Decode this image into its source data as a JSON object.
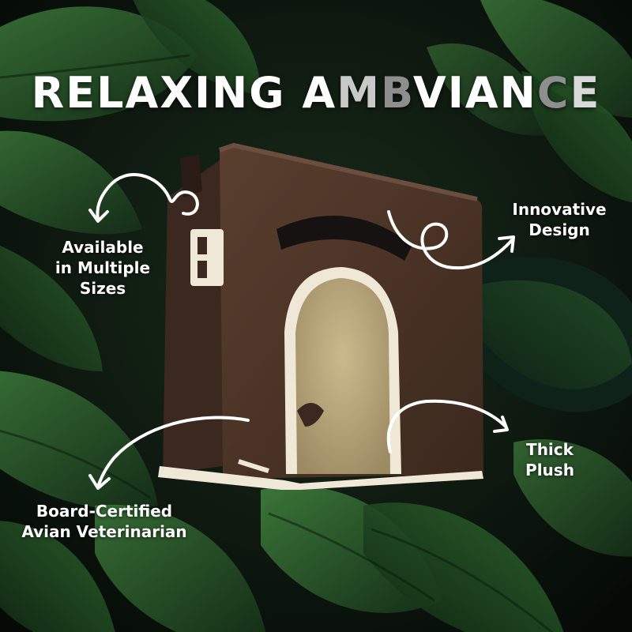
{
  "headline": {
    "word1": "RELAXING",
    "word2": [
      "A",
      "M",
      "B",
      "VIAN",
      "C",
      "E"
    ]
  },
  "callouts": {
    "sizes": [
      "Available",
      "in Multiple",
      "Sizes"
    ],
    "innovative": [
      "Innovative",
      "Design"
    ],
    "plush": [
      "Thick",
      "Plush"
    ],
    "vet": [
      "Board-Certified",
      "Avian Veterinarian"
    ]
  },
  "colors": {
    "leaf_dark": "#0f2414",
    "leaf_mid": "#1f4a25",
    "leaf_light": "#3f7a3c",
    "fleece_brown": "#4a3326",
    "fleece_tan": "#b9a77e",
    "trim_cream": "#efe8d6",
    "text": "#ffffff"
  },
  "icons": [
    "curly-arrow-icon",
    "swirl-arrow-icon"
  ]
}
